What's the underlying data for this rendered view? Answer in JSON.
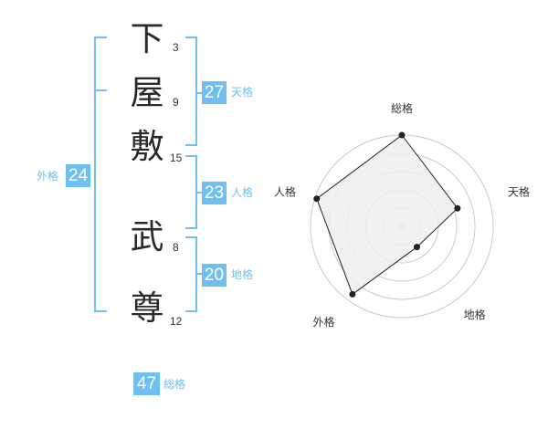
{
  "name": {
    "chars": [
      {
        "char": "下",
        "strokes": "3"
      },
      {
        "char": "屋",
        "strokes": "9"
      },
      {
        "char": "敷",
        "strokes": "15"
      },
      {
        "char": "武",
        "strokes": "8"
      },
      {
        "char": "尊",
        "strokes": "12"
      }
    ]
  },
  "fortune": {
    "tenkaku": {
      "value": "27",
      "label": "天格"
    },
    "jinkaku": {
      "value": "23",
      "label": "人格"
    },
    "chikaku": {
      "value": "20",
      "label": "地格"
    },
    "gaikaku": {
      "value": "24",
      "label": "外格"
    },
    "soukaku": {
      "value": "47",
      "label": "総格"
    }
  },
  "radar": {
    "axes": [
      "総格",
      "天格",
      "地格",
      "外格",
      "人格"
    ],
    "levels": 5,
    "values": [
      5,
      3.2,
      1.4,
      4.6,
      4.9
    ],
    "colors": {
      "fill": "#efefef",
      "stroke": "#222222",
      "ring": "#c9c9c9",
      "center": "#cccccc"
    }
  }
}
